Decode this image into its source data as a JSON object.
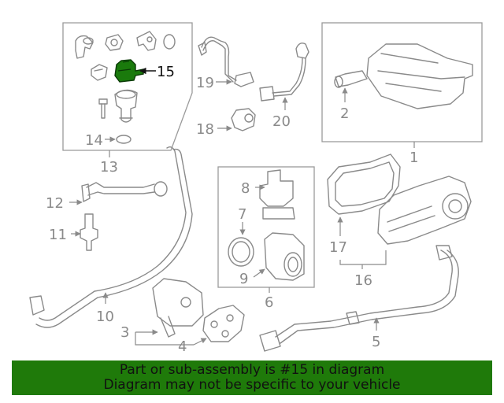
{
  "callouts": {
    "c1": "1",
    "c2": "2",
    "c3": "3",
    "c4": "4",
    "c5": "5",
    "c6": "6",
    "c7": "7",
    "c8": "8",
    "c9": "9",
    "c10": "10",
    "c11": "11",
    "c12": "12",
    "c13": "13",
    "c14": "14",
    "c15": "15",
    "c16": "16",
    "c17": "17",
    "c18": "18",
    "c19": "19",
    "c20": "20"
  },
  "highlight": {
    "part": "15",
    "color": "#1a7a0c"
  },
  "footer": {
    "line1": "Part or sub-assembly is #15 in diagram",
    "line2": "Diagram may not be specific to your vehicle",
    "background": "#1f7a0a"
  }
}
